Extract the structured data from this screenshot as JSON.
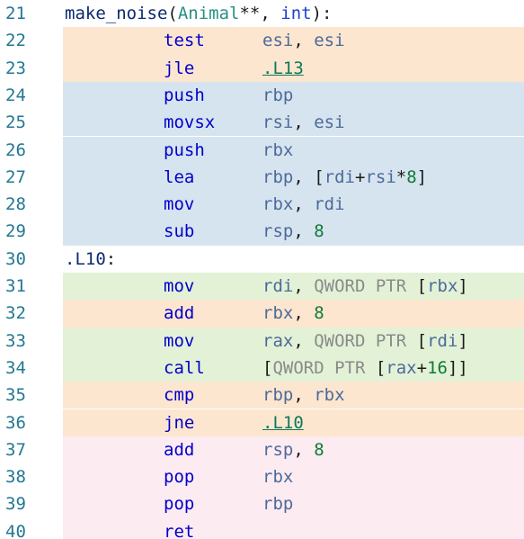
{
  "colors": {
    "bg_orange": "#fde6cf",
    "bg_blue": "#d6e4ef",
    "bg_green": "#e3f2d6",
    "bg_pink": "#fdebf2",
    "bg_none": "#ffffff"
  },
  "lines": [
    {
      "no": "21",
      "bg": "none",
      "kind": "header",
      "fn": "make_noise",
      "paren_open": "(",
      "type": "Animal",
      "stars": "**",
      "comma": ", ",
      "kw": "int",
      "paren_close": ")",
      "colon": ":"
    },
    {
      "no": "22",
      "bg": "orange",
      "kind": "instr",
      "op": "test",
      "args": [
        {
          "t": "esi",
          "c": "reg"
        },
        {
          "t": ", ",
          "c": "punct"
        },
        {
          "t": "esi",
          "c": "reg"
        }
      ]
    },
    {
      "no": "23",
      "bg": "orange",
      "kind": "instr",
      "op": "jle",
      "args": [
        {
          "t": ".L13",
          "c": "link"
        }
      ]
    },
    {
      "no": "24",
      "bg": "blue",
      "kind": "instr",
      "op": "push",
      "args": [
        {
          "t": "rbp",
          "c": "reg"
        }
      ]
    },
    {
      "no": "25",
      "bg": "blue",
      "kind": "instr",
      "op": "movsx",
      "args": [
        {
          "t": "rsi",
          "c": "reg"
        },
        {
          "t": ", ",
          "c": "punct"
        },
        {
          "t": "esi",
          "c": "reg"
        }
      ]
    },
    {
      "no": "26",
      "bg": "blue",
      "kind": "instr",
      "op": "push",
      "args": [
        {
          "t": "rbx",
          "c": "reg"
        }
      ]
    },
    {
      "no": "27",
      "bg": "blue",
      "kind": "instr",
      "op": "lea",
      "args": [
        {
          "t": "rbp",
          "c": "reg"
        },
        {
          "t": ", [",
          "c": "punct"
        },
        {
          "t": "rdi",
          "c": "reg"
        },
        {
          "t": "+",
          "c": "punct"
        },
        {
          "t": "rsi",
          "c": "reg"
        },
        {
          "t": "*",
          "c": "punct"
        },
        {
          "t": "8",
          "c": "num"
        },
        {
          "t": "]",
          "c": "punct"
        }
      ]
    },
    {
      "no": "28",
      "bg": "blue",
      "kind": "instr",
      "op": "mov",
      "args": [
        {
          "t": "rbx",
          "c": "reg"
        },
        {
          "t": ", ",
          "c": "punct"
        },
        {
          "t": "rdi",
          "c": "reg"
        }
      ]
    },
    {
      "no": "29",
      "bg": "blue",
      "kind": "instr",
      "op": "sub",
      "args": [
        {
          "t": "rsp",
          "c": "reg"
        },
        {
          "t": ", ",
          "c": "punct"
        },
        {
          "t": "8",
          "c": "num"
        }
      ]
    },
    {
      "no": "30",
      "bg": "none",
      "kind": "label",
      "label": ".L10",
      "colon": ":"
    },
    {
      "no": "31",
      "bg": "green",
      "kind": "instr",
      "op": "mov",
      "args": [
        {
          "t": "rdi",
          "c": "reg"
        },
        {
          "t": ", ",
          "c": "punct"
        },
        {
          "t": "QWORD PTR",
          "c": "ptr"
        },
        {
          "t": " [",
          "c": "punct"
        },
        {
          "t": "rbx",
          "c": "reg"
        },
        {
          "t": "]",
          "c": "punct"
        }
      ]
    },
    {
      "no": "32",
      "bg": "orange",
      "kind": "instr",
      "op": "add",
      "args": [
        {
          "t": "rbx",
          "c": "reg"
        },
        {
          "t": ", ",
          "c": "punct"
        },
        {
          "t": "8",
          "c": "num"
        }
      ]
    },
    {
      "no": "33",
      "bg": "green",
      "kind": "instr",
      "op": "mov",
      "args": [
        {
          "t": "rax",
          "c": "reg"
        },
        {
          "t": ", ",
          "c": "punct"
        },
        {
          "t": "QWORD PTR",
          "c": "ptr"
        },
        {
          "t": " [",
          "c": "punct"
        },
        {
          "t": "rdi",
          "c": "reg"
        },
        {
          "t": "]",
          "c": "punct"
        }
      ]
    },
    {
      "no": "34",
      "bg": "green",
      "kind": "instr",
      "op": "call",
      "args": [
        {
          "t": "[",
          "c": "punct"
        },
        {
          "t": "QWORD PTR",
          "c": "ptr"
        },
        {
          "t": " [",
          "c": "punct"
        },
        {
          "t": "rax",
          "c": "reg"
        },
        {
          "t": "+",
          "c": "punct"
        },
        {
          "t": "16",
          "c": "num"
        },
        {
          "t": "]]",
          "c": "punct"
        }
      ]
    },
    {
      "no": "35",
      "bg": "orange",
      "kind": "instr",
      "op": "cmp",
      "args": [
        {
          "t": "rbp",
          "c": "reg"
        },
        {
          "t": ", ",
          "c": "punct"
        },
        {
          "t": "rbx",
          "c": "reg"
        }
      ]
    },
    {
      "no": "36",
      "bg": "orange",
      "kind": "instr",
      "op": "jne",
      "args": [
        {
          "t": ".L10",
          "c": "link"
        }
      ]
    },
    {
      "no": "37",
      "bg": "pink",
      "kind": "instr",
      "op": "add",
      "args": [
        {
          "t": "rsp",
          "c": "reg"
        },
        {
          "t": ", ",
          "c": "punct"
        },
        {
          "t": "8",
          "c": "num"
        }
      ]
    },
    {
      "no": "38",
      "bg": "pink",
      "kind": "instr",
      "op": "pop",
      "args": [
        {
          "t": "rbx",
          "c": "reg"
        }
      ]
    },
    {
      "no": "39",
      "bg": "pink",
      "kind": "instr",
      "op": "pop",
      "args": [
        {
          "t": "rbp",
          "c": "reg"
        }
      ]
    },
    {
      "no": "40",
      "bg": "pink",
      "kind": "instr",
      "op": "ret",
      "args": []
    }
  ]
}
